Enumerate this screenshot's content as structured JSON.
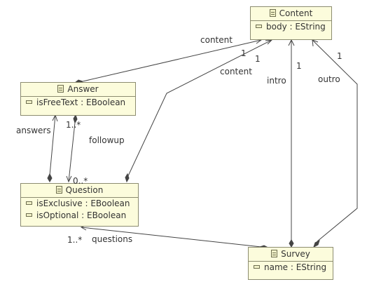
{
  "classes": {
    "content": {
      "name": "Content",
      "attrs": [
        "body : EString"
      ]
    },
    "answer": {
      "name": "Answer",
      "attrs": [
        "isFreeText : EBoolean"
      ]
    },
    "question": {
      "name": "Question",
      "attrs": [
        "isExclusive : EBoolean",
        "isOptional : EBoolean"
      ]
    },
    "survey": {
      "name": "Survey",
      "attrs": [
        "name : EString"
      ]
    }
  },
  "labels": {
    "answer_content_role": "content",
    "answer_content_mult": "1",
    "question_content_mult": "1",
    "question_content_role": "content",
    "intro_mult": "1",
    "intro_role": "intro",
    "outro_mult": "1",
    "outro_role": "outro",
    "answers_role": "answers",
    "answers_mult": "1..*",
    "followup_role": "followup",
    "followup_mult": "0..*",
    "questions_mult": "1..*",
    "questions_role": "questions"
  },
  "colors": {
    "class_fill": "#fcfcdc",
    "class_border": "#8c8c70",
    "edge": "#444444"
  }
}
